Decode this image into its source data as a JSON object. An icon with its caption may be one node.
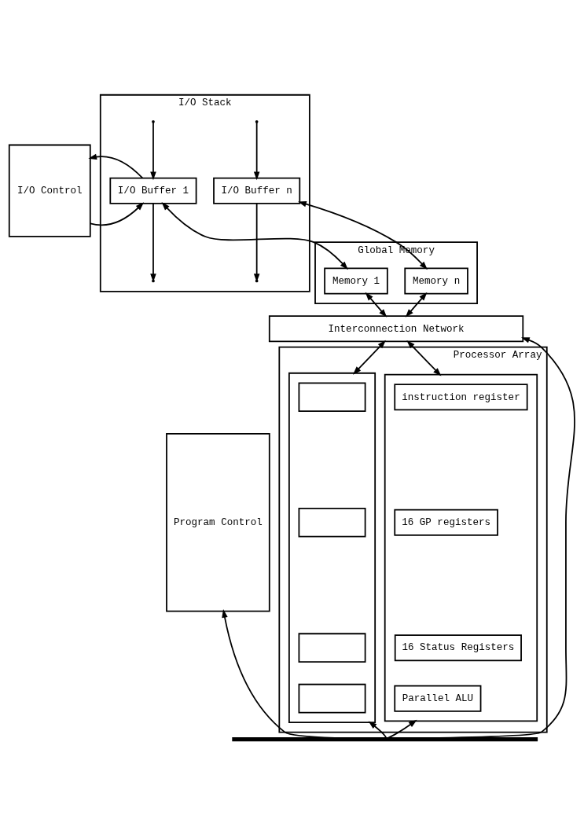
{
  "diagram": {
    "nodes": [
      {
        "text": [
          "I/O Control"
        ]
      },
      {
        "text": [
          "I/O Stack"
        ]
      },
      {
        "text": [
          "I/O Buffer 1"
        ],
        "in": 1
      },
      {
        "text": [
          "I/O Buffer n"
        ],
        "in": 1
      },
      {
        "text": [
          "Global Memory"
        ]
      },
      {
        "text": [
          "Memory 1"
        ],
        "in": 4
      },
      {
        "text": [
          "Memory n"
        ],
        "in": 4
      },
      {
        "text": [
          "Program Control"
        ]
      },
      {
        "text": [
          "Interconnection Network"
        ]
      },
      {
        "text": [
          "Processor Array"
        ]
      },
      {
        "text": [],
        "shape": "box",
        "in": 9
      },
      {
        "text": [
          "instruction register"
        ],
        "in": 10
      },
      {
        "text": [
          "16 GP registers"
        ],
        "in": 10
      },
      {
        "text": [
          "16 Status Registers"
        ],
        "in": 10
      },
      {
        "text": [
          "Parallel ALU"
        ],
        "in": 10
      },
      {
        "text": [],
        "shape": "box",
        "in": 9
      },
      {
        "text": [],
        "shape": "box",
        "in": 15
      },
      {
        "text": [],
        "shape": "box",
        "in": 15
      },
      {
        "text": [],
        "shape": "box",
        "in": 15
      },
      {
        "text": [],
        "shape": "box",
        "in": 15
      },
      {
        "text": [],
        "shape": "bar"
      }
    ],
    "edges": [
      {
        "from": 0,
        "to": 2,
        "arrow": "to"
      },
      {
        "from": 2,
        "to": 0,
        "arrow": "to"
      },
      {
        "from": 2,
        "to": null,
        "arrow": "to"
      },
      {
        "from": null,
        "to": 2,
        "arrow": "to"
      },
      {
        "from": 3,
        "to": null,
        "arrow": "to"
      },
      {
        "from": null,
        "to": 3,
        "arrow": "to"
      },
      {
        "from": 2,
        "to": 5,
        "arrow": "both"
      },
      {
        "from": 3,
        "to": 6,
        "arrow": "both"
      },
      {
        "from": 5,
        "to": 8,
        "arrow": "both"
      },
      {
        "from": 6,
        "to": 8,
        "arrow": "both"
      },
      {
        "from": 8,
        "to": 10,
        "arrow": "both"
      },
      {
        "from": 8,
        "to": 15,
        "arrow": "both"
      },
      {
        "from": 20,
        "to": 10,
        "arrow": "to"
      },
      {
        "from": 20,
        "to": 15,
        "arrow": "to"
      },
      {
        "from": 20,
        "to": 7,
        "arrow": "to"
      },
      {
        "from": 20,
        "to": 8,
        "arrow": "to"
      }
    ]
  }
}
